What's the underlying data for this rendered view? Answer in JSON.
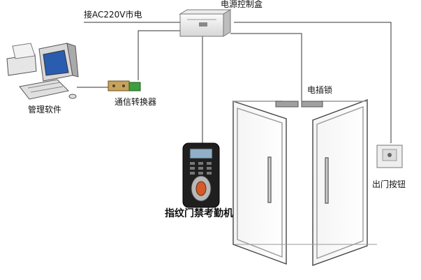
{
  "labels": {
    "power_box": "电源控制盒",
    "ac_input": "接AC220V市电",
    "electric_lock": "电插锁",
    "management_software": "管理软件",
    "converter": "通信转换器",
    "fingerprint_terminal": "指纹门禁考勤机",
    "exit_button": "出门按钮"
  }
}
